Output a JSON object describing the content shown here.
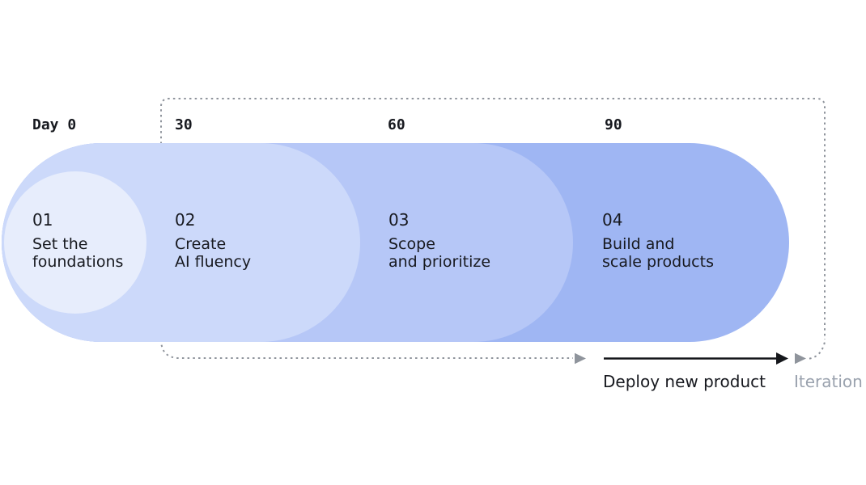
{
  "header": {
    "day_label": "Day 0",
    "milestones": [
      "30",
      "60",
      "90"
    ]
  },
  "phases": [
    {
      "number": "01",
      "line1": "Set the",
      "line2": "foundations"
    },
    {
      "number": "02",
      "line1": "Create",
      "line2": "AI fluency"
    },
    {
      "number": "03",
      "line1": "Scope",
      "line2": "and prioritize"
    },
    {
      "number": "04",
      "line1": "Build and",
      "line2": "scale products"
    }
  ],
  "footer": {
    "deploy_label": "Deploy new product",
    "iteration_label": "Iteration"
  },
  "colors": {
    "phase01_circle": "#e7edfc",
    "phase02_pill": "#ccd9fa",
    "phase03_pill": "#b6c7f7",
    "phase04_pill": "#9fb6f3",
    "dash_gray": "#8f949c",
    "arrow_black": "#15171b",
    "text_dark": "#17191f",
    "text_muted": "#9aa2ae",
    "background": "#ffffff"
  }
}
